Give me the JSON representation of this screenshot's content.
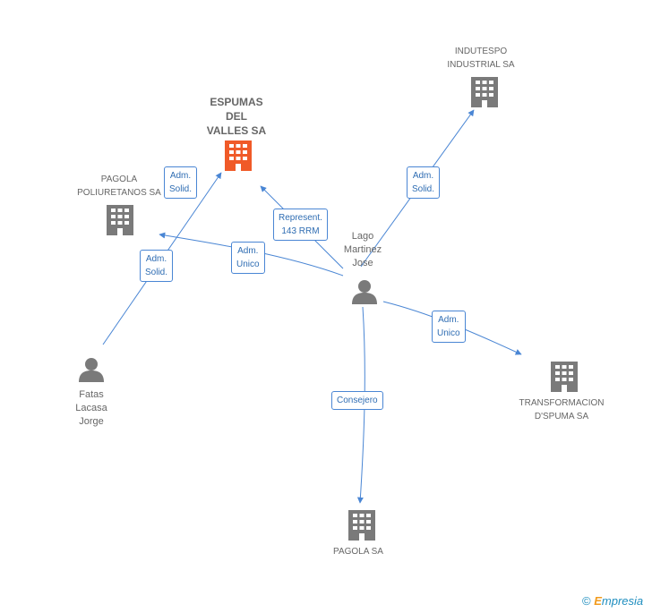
{
  "nodes": {
    "espumas": "ESPUMAS\nDEL\nVALLES SA",
    "indutespo": "INDUTESPO\nINDUSTRIAL SA",
    "pagola_poli": "PAGOLA\nPOLIURETANOS SA",
    "lago": "Lago\nMartinez\nJose",
    "fatas": "Fatas\nLacasa\nJorge",
    "transformacion": "TRANSFORMACION\nD'SPUMA SA",
    "pagola_sa": "PAGOLA SA"
  },
  "edges": {
    "fatas_espumas": "Adm.\nSolid.",
    "fatas_pagola": "Adm.\nSolid.",
    "lago_espumas": "Represent.\n143 RRM",
    "lago_pagola_poli": "Adm.\nUnico",
    "lago_indutespo": "Adm.\nSolid.",
    "lago_transformacion": "Adm.\nUnico",
    "lago_pagola_sa": "Consejero"
  },
  "colors": {
    "edge": "#4a86d4",
    "company": "#7a7a7a",
    "company_main": "#f05a28",
    "person": "#7a7a7a"
  },
  "watermark": {
    "copyright": "©",
    "brand_first": "E",
    "brand_rest": "mpresia"
  }
}
